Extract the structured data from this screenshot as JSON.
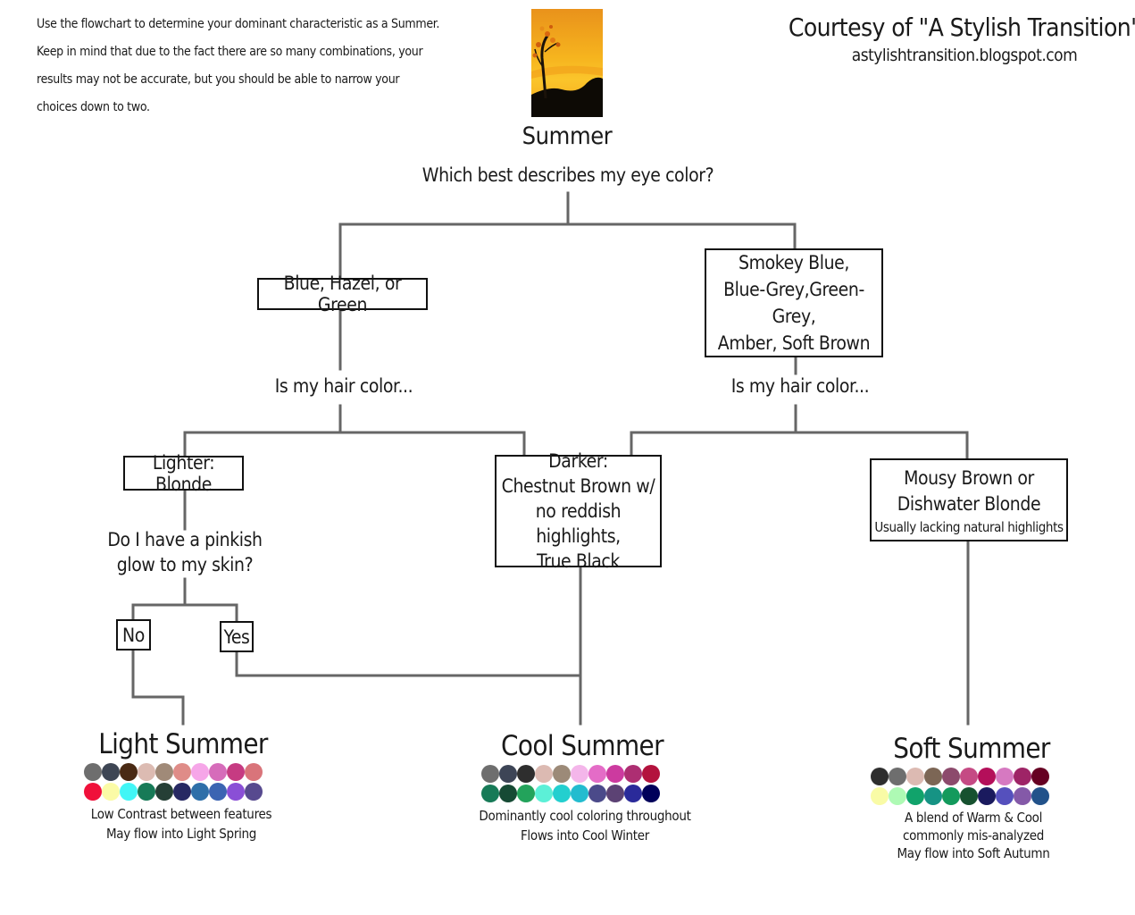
{
  "intro_lines": [
    "Use the flowchart to determine your dominant characteristic as a Summer.",
    "Keep in mind that due to the fact there are so many combinations, your",
    "results may not be accurate, but you should be able to narrow your",
    "choices down to two."
  ],
  "credit": {
    "title": "Courtesy of \"A Stylish Transition\"",
    "url": "astylishtransition.blogspot.com"
  },
  "season_title": "Summer",
  "eye_question": "Which best describes my eye color?",
  "eye_options": {
    "left": "Blue, Hazel, or Green",
    "right_lines": [
      "Smokey Blue,",
      "Blue-Grey,Green-Grey,",
      "Amber, Soft Brown"
    ]
  },
  "hair_question": "Is my hair color...",
  "hair_options": {
    "lighter": "Lighter: Blonde",
    "darker_lines": [
      "Darker:",
      "Chestnut Brown w/",
      "no reddish highlights,",
      "True Black"
    ],
    "mousy_lines": [
      "Mousy Brown or",
      "Dishwater Blonde"
    ],
    "mousy_note": "Usually lacking natural highlights"
  },
  "glow_question_lines": [
    "Do I have a pinkish",
    "glow to my skin?"
  ],
  "answers": {
    "no": "No",
    "yes": "Yes"
  },
  "results": {
    "light": {
      "title": "Light Summer",
      "desc": [
        "Low Contrast between features",
        "May flow into Light Spring"
      ],
      "colors": [
        "#6e6e6e",
        "#3e4654",
        "#4a2a14",
        "#dcbbb2",
        "#a08a78",
        "#df8c88",
        "#f6a6e8",
        "#d66cba",
        "#c63b82",
        "#d9747a",
        "#f0103a",
        "#fbfba6",
        "#41f6f6",
        "#177a57",
        "#253f36",
        "#272963",
        "#2e6fa9",
        "#3b64b2",
        "#8a4fd6",
        "#574a8f"
      ]
    },
    "cool": {
      "title": "Cool Summer",
      "desc": [
        "Dominantly cool coloring throughout",
        "Flows into Cool Winter"
      ],
      "colors": [
        "#6e6e6e",
        "#3d4556",
        "#2e2e2e",
        "#dcbab2",
        "#9c8a78",
        "#f4b6ea",
        "#e46cc7",
        "#cc3a9f",
        "#ad2e72",
        "#b3123d",
        "#177a57",
        "#164a34",
        "#23a35b",
        "#5cf0d7",
        "#23cfcf",
        "#23bccf",
        "#4b4a8a",
        "#5c4274",
        "#2a2a9a",
        "#00005a"
      ]
    },
    "soft": {
      "title": "Soft Summer",
      "desc": [
        "A blend of Warm & Cool",
        "commonly mis-analyzed",
        "May flow into Soft Autumn"
      ],
      "colors": [
        "#2e2e2e",
        "#6e6e6e",
        "#dcbab2",
        "#7c6655",
        "#8c4a6c",
        "#c54a84",
        "#b40f5a",
        "#d679c1",
        "#9e2466",
        "#660022",
        "#f9fba6",
        "#aefab4",
        "#11a36b",
        "#169384",
        "#139a5c",
        "#16512f",
        "#1a1a5e",
        "#5550bd",
        "#8459a8",
        "#22528a"
      ]
    }
  }
}
